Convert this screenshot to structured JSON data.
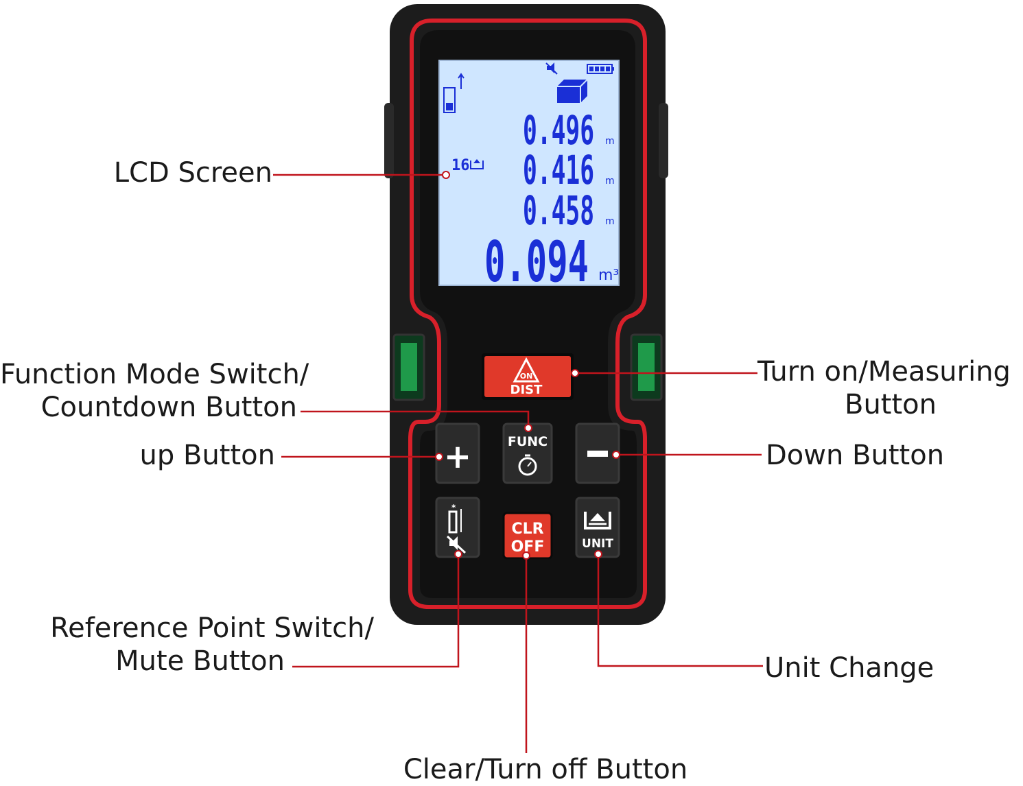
{
  "callouts": {
    "lcd_screen": "LCD Screen",
    "function_mode_line1": "Function Mode Switch/",
    "function_mode_line2": "Countdown Button",
    "up_button": "up Button",
    "turn_on_line1": "Turn on/Measuring",
    "turn_on_line2": "Button",
    "down_button": "Down Button",
    "reference_line1": "Reference Point Switch/",
    "reference_line2": "Mute Button",
    "unit_change": "Unit Change",
    "clear_off": "Clear/Turn off Button"
  },
  "lcd": {
    "reading_1": "0.496",
    "reading_1_unit": "m",
    "reading_2": "0.416",
    "reading_2_unit": "m",
    "reading_3": "0.458",
    "reading_3_unit": "m",
    "result": "0.094",
    "result_unit": "m³",
    "memory_index": "16"
  },
  "keys": {
    "on_label": "ON",
    "dist_label": "DIST",
    "func_label": "FUNC",
    "plus_symbol": "+",
    "minus_symbol": "−",
    "clr_label": "CLR",
    "off_label": "OFF",
    "unit_label": "UNIT"
  },
  "colors": {
    "body": "#1c1c1c",
    "accent_red": "#d8202a",
    "lcd_background": "#cfe6ff",
    "lcd_digits": "#1a2fd6",
    "callout_line": "#c0141c"
  }
}
